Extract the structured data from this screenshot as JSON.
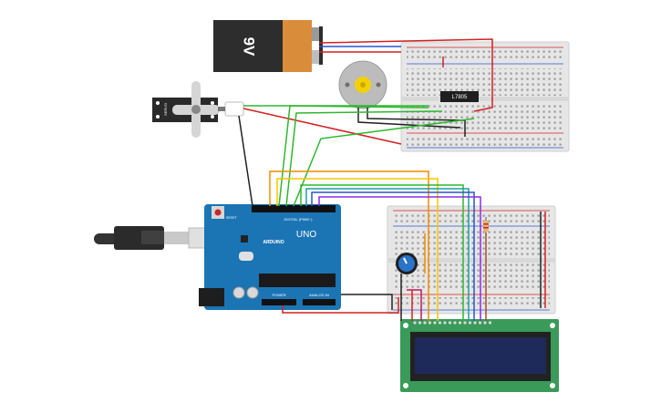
{
  "battery": {
    "label": "9V"
  },
  "servo": {
    "label": "SERVO"
  },
  "regulator": {
    "label": "L7805"
  },
  "arduino": {
    "logo_text": "ARDUINO",
    "model_text": "UNO",
    "digital_header_label": "DIGITAL (PWM~)",
    "power_header_label": "POWER",
    "analog_header_label": "ANALOG IN",
    "reset_label": "RESET"
  },
  "wire_colors": {
    "power": "#d42020",
    "ground": "#222222",
    "orange": "#f08c00",
    "yellow": "#f5c800",
    "green": "#2eb82e",
    "teal": "#1aa0a0",
    "blue": "#2a55d0",
    "purple": "#8a2be2",
    "brown": "#a0522d"
  },
  "lcd": {
    "type": "16x2 LCD",
    "backlight_color": "#1e2a5a"
  }
}
